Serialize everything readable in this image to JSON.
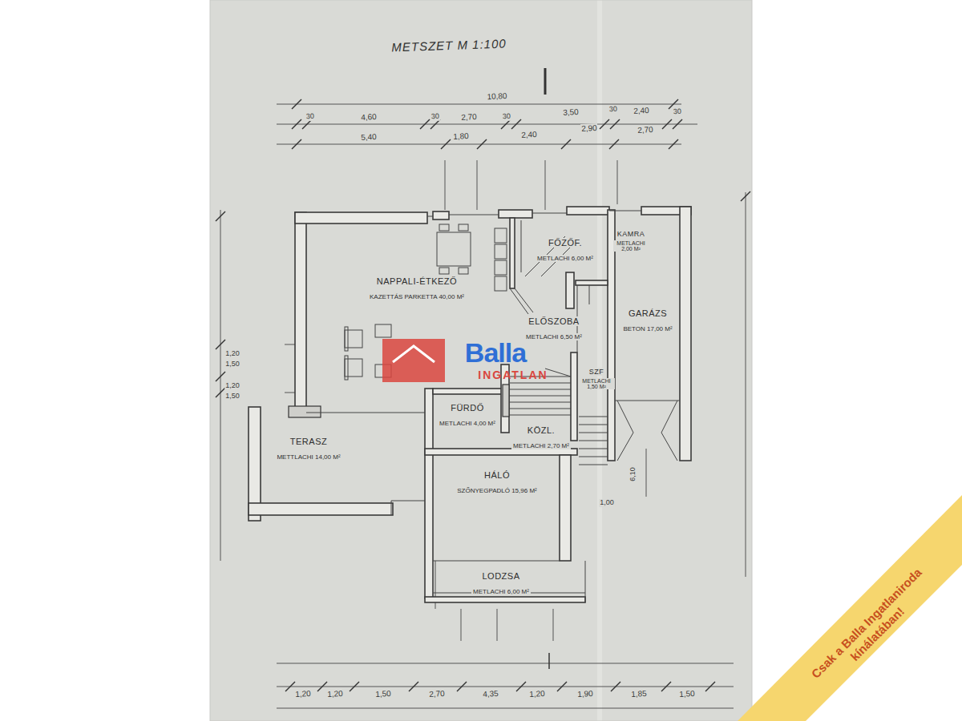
{
  "diagram": {
    "title": "METSZET M 1:100",
    "nodes": [
      {
        "text": [
          "NAPPALI-ÉTKEZŐ",
          "KAZETTÁS PARKETTA 40,00 M²"
        ]
      },
      {
        "text": [
          "FŐZŐF.",
          "METLACHI 6,00 M²"
        ]
      },
      {
        "text": [
          "KAMRA",
          "METLACHI 2,00 M²"
        ]
      },
      {
        "text": [
          "ELŐSZOBA",
          "METLACHI 6,50 M²"
        ]
      },
      {
        "text": [
          "GARÁZS",
          "BETON 17,00 M²"
        ]
      },
      {
        "text": [
          "SZF",
          "METLACHI 1,50 M²"
        ]
      },
      {
        "text": [
          "FÜRDŐ",
          "METLACHI 4,00 M²"
        ]
      },
      {
        "text": [
          "KÖZL.",
          "METLACHI 2,70 M²"
        ]
      },
      {
        "text": [
          "TERASZ",
          "METTLACHI 14,00 M²"
        ]
      },
      {
        "text": [
          "HÁLÓ",
          "SZŐNYEGPADLÓ 15,96 M²"
        ]
      },
      {
        "text": [
          "LODZSA",
          "METLACHI 6,00 M²"
        ]
      }
    ],
    "labels": [
      "10,80",
      "30",
      "4,60",
      "30",
      "2,70",
      "30",
      "3,50",
      "30",
      "2,40",
      "30",
      "5,40",
      "1,80",
      "2,40",
      "2,90",
      "2,70",
      "1,20",
      "1,50",
      "1,20",
      "1,50",
      "1,20",
      "1,20",
      "1,50",
      "2,70",
      "4,35",
      "1,20",
      "1,90",
      "1,85",
      "1,50",
      "1,00",
      "6,10",
      "Balla",
      "INGATLAN",
      "Csak a Balla Ingatlaniroda kínálatában!"
    ]
  }
}
